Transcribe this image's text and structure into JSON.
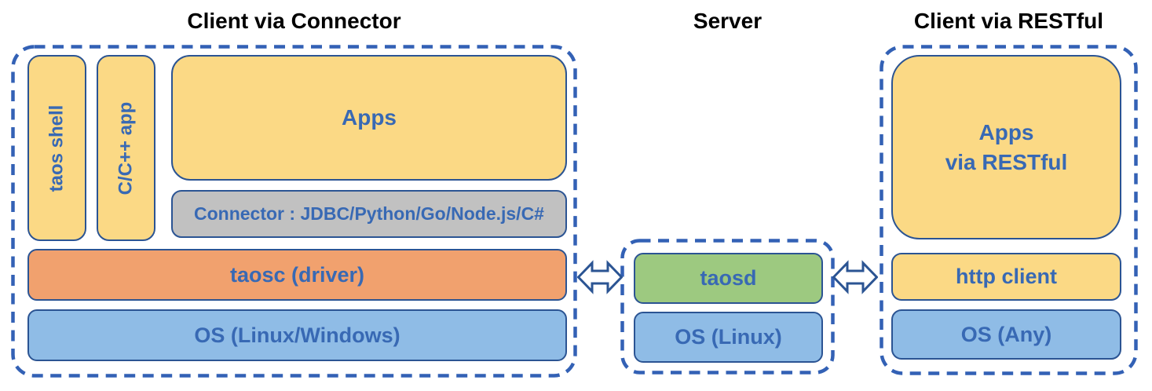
{
  "colors": {
    "canvas_bg": "#FFFFFF",
    "box_yellow": "#FBD985",
    "box_orange": "#F1A16E",
    "box_blue": "#8FBCE6",
    "box_green": "#9DC980",
    "box_gray": "#C1C1C1",
    "box_border": "#2B5493",
    "dashed_border": "#3361B5",
    "label_blue": "#3869B4",
    "title_color": "#000000"
  },
  "sections": {
    "connector_client": {
      "title": "Client via Connector",
      "taos_shell_label": "taos shell",
      "cpp_app_label": "C/C++ app",
      "apps_label": "Apps",
      "connector_label": "Connector : JDBC/Python/Go/Node.js/C#",
      "taosc_label": "taosc (driver)",
      "os_label": "OS (Linux/Windows)"
    },
    "server": {
      "title": "Server",
      "taosd_label": "taosd",
      "os_label": "OS (Linux)"
    },
    "restful_client": {
      "title": "Client via RESTful",
      "apps_label_line1": "Apps",
      "apps_label_line2": "via RESTful",
      "http_client_label": "http client",
      "os_label": "OS (Any)"
    }
  }
}
